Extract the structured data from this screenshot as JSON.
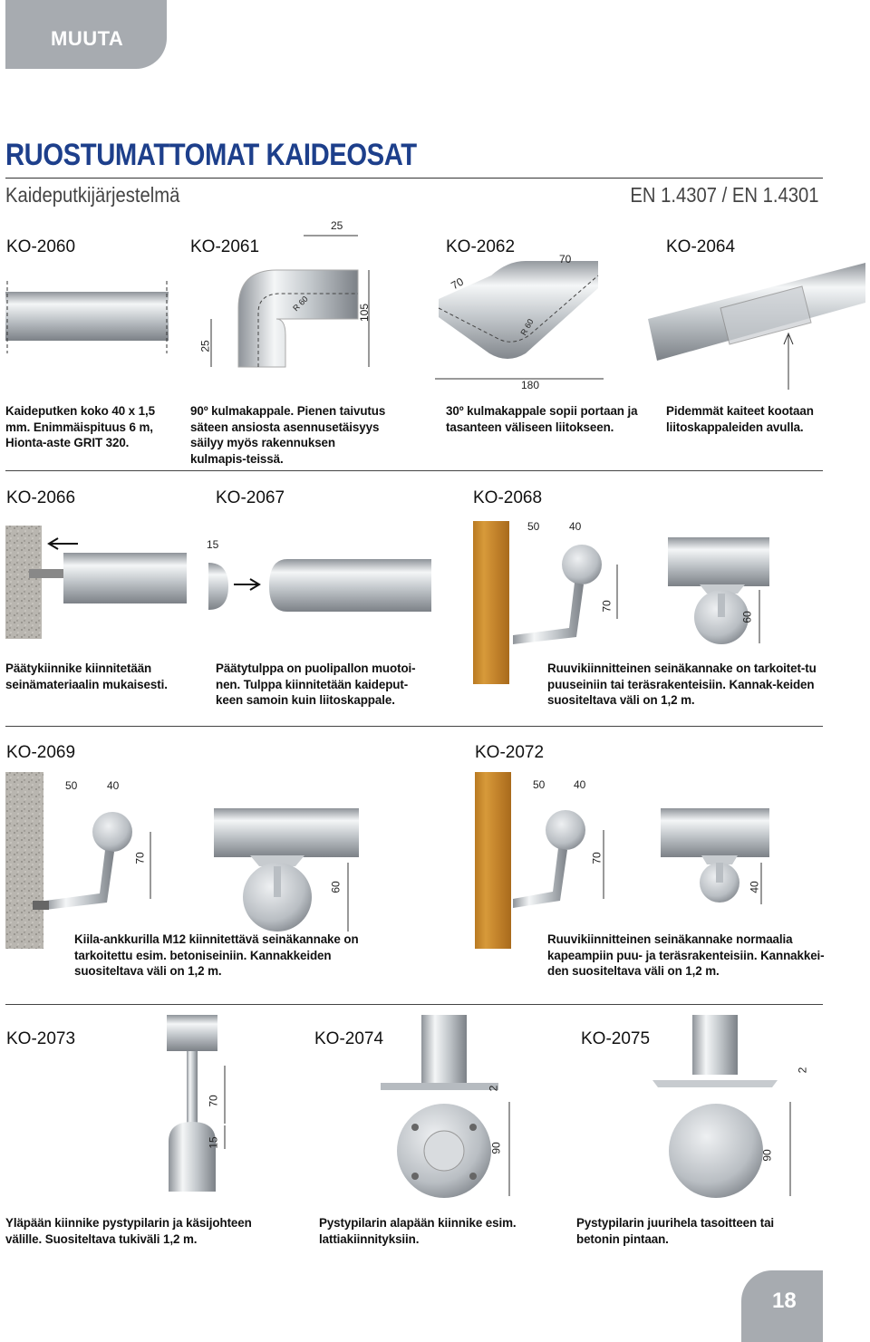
{
  "header": {
    "tab_label": "MUUTA",
    "title": "RUOSTUMATTOMAT KAIDEOSAT",
    "subtitle": "Kaideputkijärjestelmä",
    "standard": "EN 1.4307 / EN 1.4301"
  },
  "row1": {
    "ko2060": {
      "code": "KO-2060",
      "text": "Kaideputken koko 40 x 1,5 mm. Enimmäispituus 6 m, Hionta-aste GRIT 320."
    },
    "ko2061": {
      "code": "KO-2061",
      "text": "90º kulmakappale. Pienen taivutus säteen ansiosta asennusetäisyys säilyy myös rakennuksen kulmapis-teissä.",
      "dim_top": "25",
      "dim_right": "105",
      "dim_left": "25",
      "dim_radius": "R 60"
    },
    "ko2062": {
      "code": "KO-2062",
      "text": "30º kulmakappale sopii portaan ja tasanteen väliseen liitokseen.",
      "dim_top": "70",
      "dim_angle": "70",
      "dim_radius": "R 60",
      "dim_bottom": "180"
    },
    "ko2064": {
      "code": "KO-2064",
      "text": "Pidemmät kaiteet kootaan liitoskappaleiden avulla."
    }
  },
  "row2": {
    "ko2066": {
      "code": "KO-2066",
      "text": "Päätykiinnike kiinnitetään seinämateriaalin mukaisesti."
    },
    "ko2067": {
      "code": "KO-2067",
      "text": "Päätytulppa on puolipallon muotoi-nen. Tulppa kiinnitetään kaideput-keen samoin kuin liitoskappale.",
      "dim": "15"
    },
    "ko2068": {
      "code": "KO-2068",
      "text": "Ruuvikiinnitteinen seinäkannake on tarkoitet-tu puuseiniin tai teräsrakenteisiin. Kannak-keiden suositeltava väli on 1,2 m.",
      "dim_a": "50",
      "dim_b": "40",
      "dim_h": "70",
      "dim_plate": "60"
    }
  },
  "row3": {
    "ko2069": {
      "code": "KO-2069",
      "text": "Kiila-ankkurilla M12 kiinnitettävä seinäkannake on tarkoitettu esim. betoniseiniin. Kannakkeiden suositeltava väli on 1,2 m.",
      "dim_a": "50",
      "dim_b": "40",
      "dim_h": "70",
      "dim_plate": "60"
    },
    "ko2072": {
      "code": "KO-2072",
      "text": "Ruuvikiinnitteinen seinäkannake normaalia kapeampiin puu- ja teräsrakenteisiin. Kannakkei-den suositeltava väli on 1,2 m.",
      "dim_a": "50",
      "dim_b": "40",
      "dim_h": "70",
      "dim_plate": "40"
    }
  },
  "row4": {
    "ko2073": {
      "code": "KO-2073",
      "text": "Yläpään kiinnike pystypilarin ja käsijohteen välille. Suositeltava tukiväli 1,2 m.",
      "dim_a": "70",
      "dim_b": "15"
    },
    "ko2074": {
      "code": "KO-2074",
      "text": "Pystypilarin alapään kiinnike esim. lattiakiinnityksiin.",
      "dim_a": "2",
      "dim_b": "90"
    },
    "ko2075": {
      "code": "KO-2075",
      "text": "Pystypilarin juurihela tasoitteen tai betonin pintaan.",
      "dim_a": "2",
      "dim_b": "90"
    }
  },
  "footer": {
    "page_number": "18"
  },
  "colors": {
    "accent_blue": "#1d3f8b",
    "tab_grey": "#a7abb0"
  }
}
